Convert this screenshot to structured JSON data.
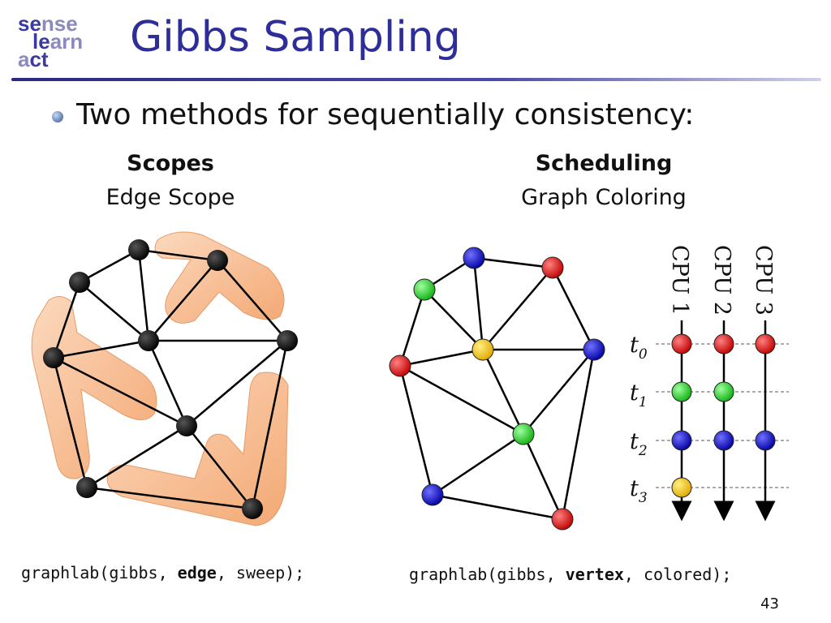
{
  "logo": {
    "line1_a": "se",
    "line1_b": "nse",
    "line2_a": "le",
    "line2_b": "arn",
    "line3_a": "a",
    "line3_b": "ct"
  },
  "title": "Gibbs Sampling",
  "bullet": "Two methods for sequentially consistency:",
  "left": {
    "heading": "Scopes",
    "subheading": "Edge Scope",
    "code_before": "graphlab(gibbs, ",
    "code_bold": "edge",
    "code_after": ", sweep);"
  },
  "right": {
    "heading": "Scheduling",
    "subheading": "Graph Coloring",
    "code_before": "graphlab(gibbs, ",
    "code_bold": "vertex",
    "code_after": ", colored);"
  },
  "cpus": [
    "CPU 1",
    "CPU 2",
    "CPU 3"
  ],
  "time_labels": [
    {
      "base": "t",
      "sub": "0"
    },
    {
      "base": "t",
      "sub": "1"
    },
    {
      "base": "t",
      "sub": "2"
    },
    {
      "base": "t",
      "sub": "3"
    }
  ],
  "page_number": "43",
  "colors": {
    "title": "#2e2e9a",
    "red": "#d42020",
    "green": "#22c422",
    "blue": "#1a1ab8",
    "yellow": "#f2c400",
    "scope_fill": "#f6b07a"
  },
  "schedule": {
    "cpu1": [
      "red",
      "green",
      "blue",
      "yellow"
    ],
    "cpu2": [
      "red",
      "green",
      "blue"
    ],
    "cpu3": [
      "red",
      "blue"
    ]
  }
}
